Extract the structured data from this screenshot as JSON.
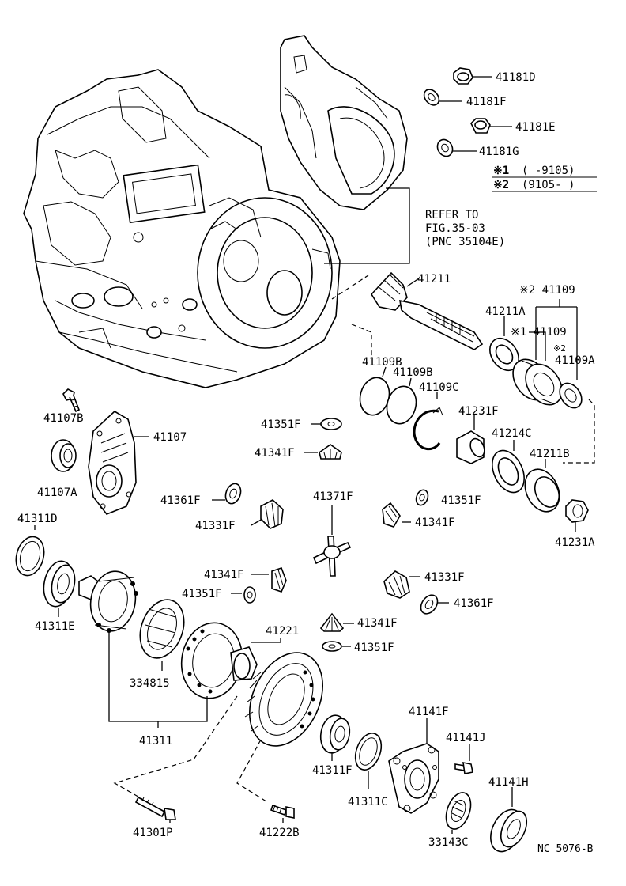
{
  "figure_code": "NC 5076-B",
  "refer_note": {
    "line1": "REFER TO",
    "line2": "FIG.35-03",
    "line3": "(PNC 35104E)"
  },
  "legend": {
    "mark1": "※1",
    "range1": "(    -9105)",
    "mark2": "※2",
    "range2": "(9105-      )"
  },
  "labels": {
    "p41181D": "41181D",
    "p41181F": "41181F",
    "p41181E": "41181E",
    "p41181G": "41181G",
    "p41211": "41211",
    "p41109_2": "※2 41109",
    "p41211A": "41211A",
    "p41109_1": "※1 41109",
    "p41109A_mark": "※2",
    "p41109A": "41109A",
    "p41109B_a": "41109B",
    "p41109B_b": "41109B",
    "p41109C": "41109C",
    "p41231F": "41231F",
    "p41214C": "41214C",
    "p41211B": "41211B",
    "p41231A": "41231A",
    "p41107B": "41107B",
    "p41107": "41107",
    "p41107A": "41107A",
    "p41351F_a": "41351F",
    "p41341F_a": "41341F",
    "p41361F_a": "41361F",
    "p41331F_a": "41331F",
    "p41371F": "41371F",
    "p41351F_b": "41351F",
    "p41341F_b": "41341F",
    "p41311D": "41311D",
    "p41311E": "41311E",
    "p41341F_c": "41341F",
    "p41351F_c": "41351F",
    "p41331F_b": "41331F",
    "p41361F_b": "41361F",
    "p41341F_d": "41341F",
    "p41351F_d": "41351F",
    "p41221": "41221",
    "p334815": "334815",
    "p41311": "41311",
    "p41141F": "41141F",
    "p41141J": "41141J",
    "p41141H": "41141H",
    "p41311F": "41311F",
    "p41311C": "41311C",
    "p33143C": "33143C",
    "p41301P": "41301P",
    "p41222B": "41222B"
  }
}
